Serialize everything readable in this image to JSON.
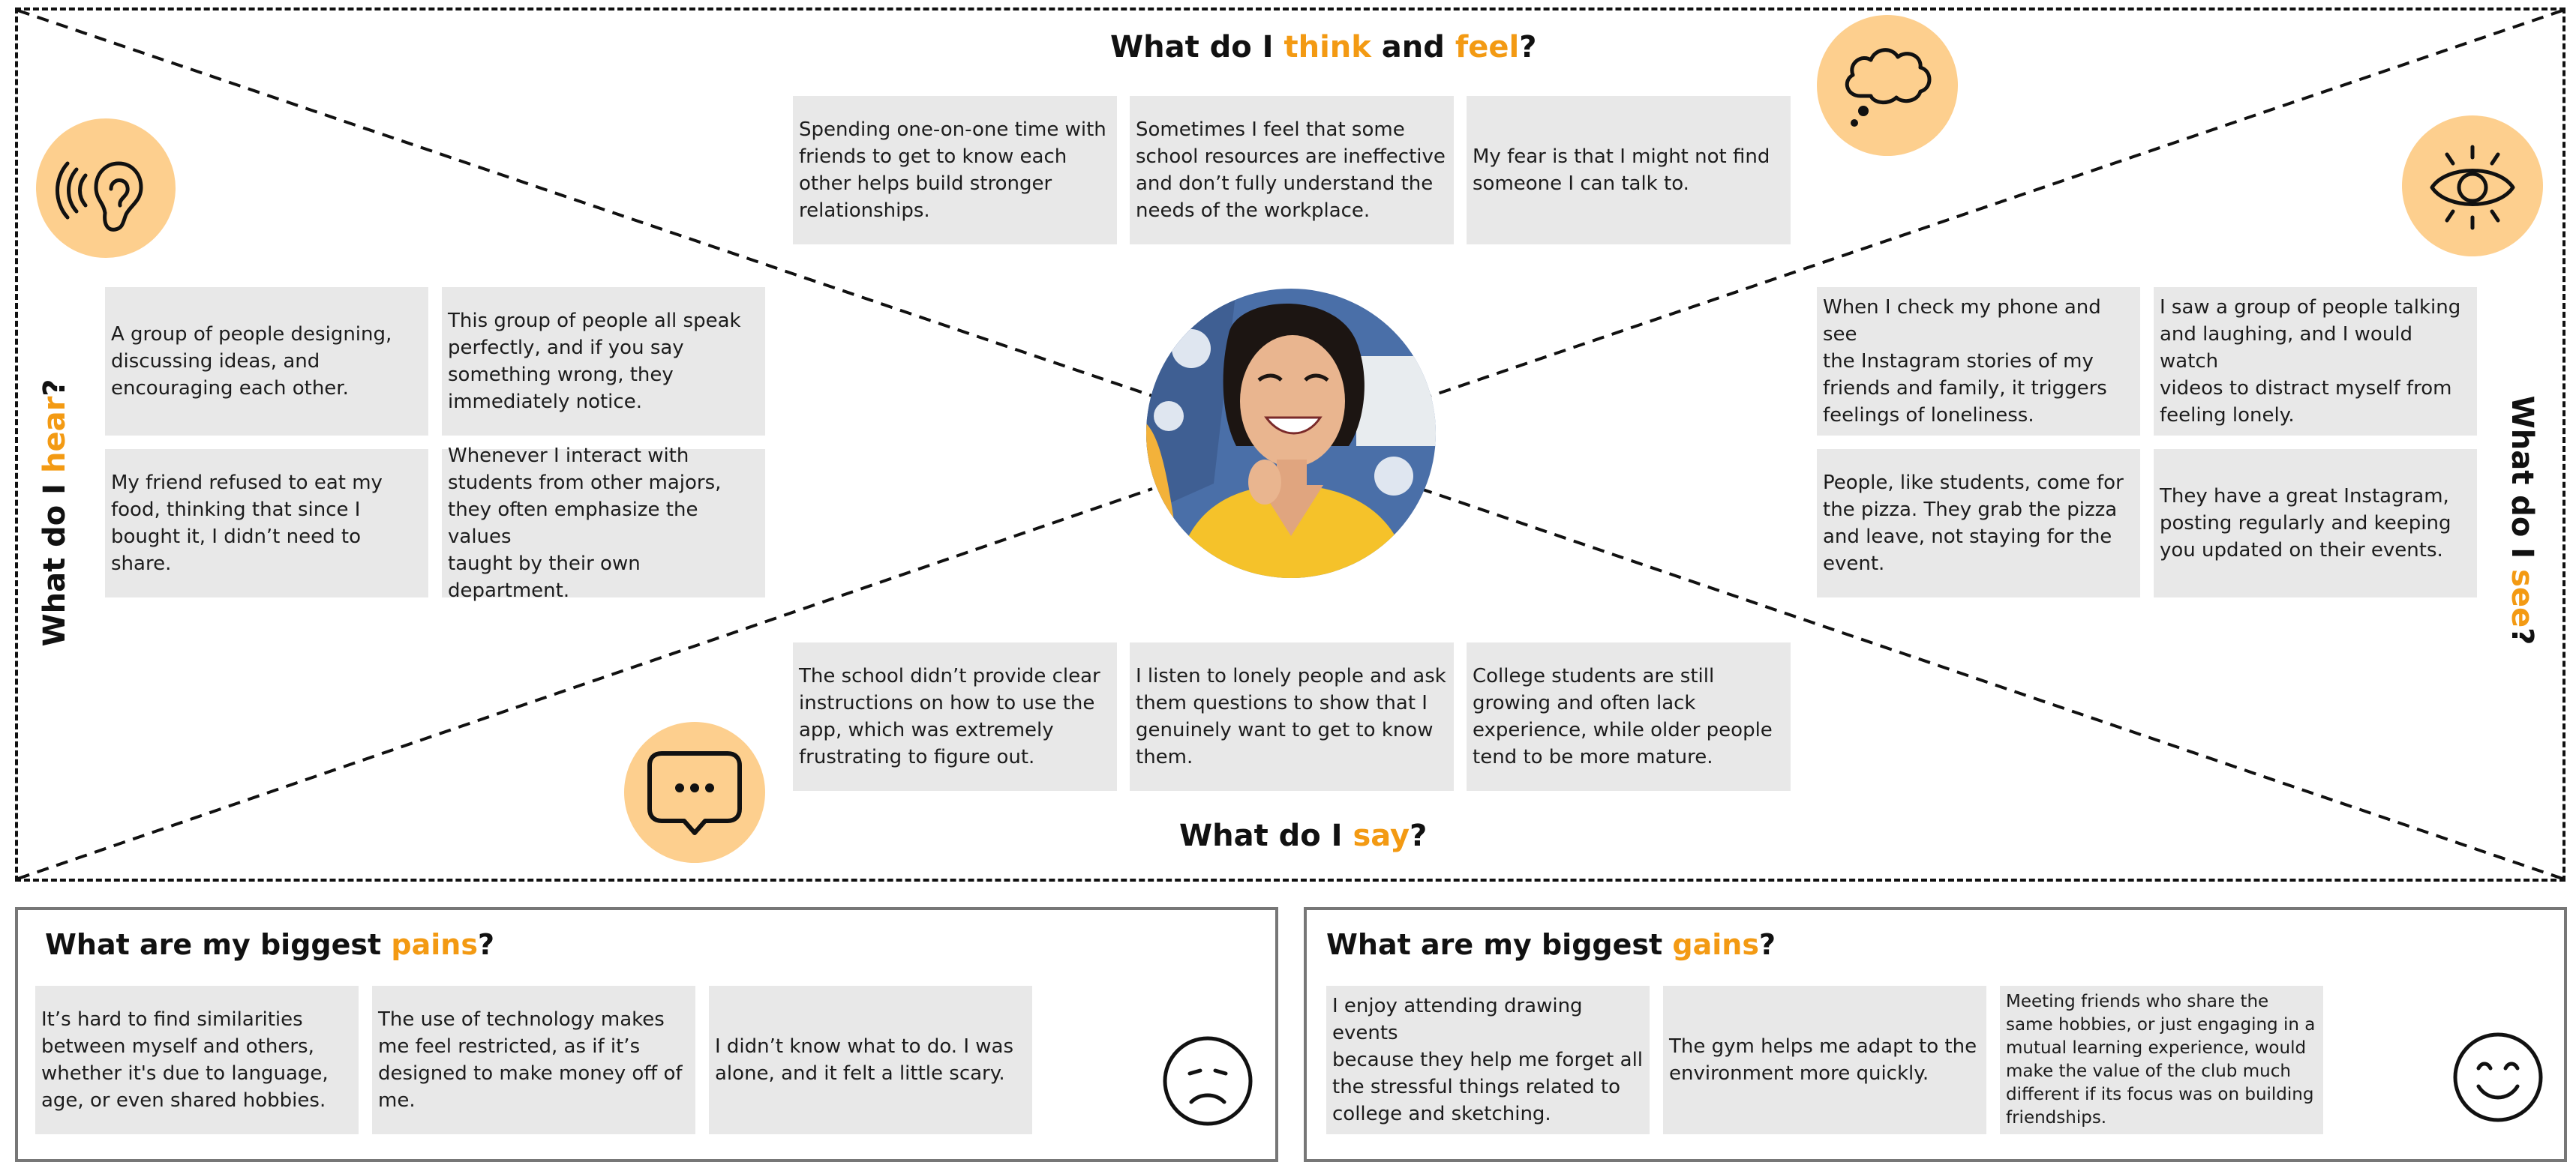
{
  "think_feel": {
    "title_prefix": "What do I ",
    "title_word1": "think",
    "title_mid": " and ",
    "title_word2": "feel",
    "title_suffix": "?",
    "notes": [
      {
        "lines": [
          "Spending one-on-one time with",
          "friends to get to know each",
          "other helps build stronger",
          "relationships."
        ]
      },
      {
        "lines": [
          "Sometimes I feel that some",
          "school resources are ineffective",
          "and don’t fully understand the",
          "needs of the workplace."
        ]
      },
      {
        "lines": [
          "My fear is that I might not find",
          "someone I can talk to."
        ]
      }
    ]
  },
  "hear": {
    "title_prefix": "What do I ",
    "title_word": "hear",
    "title_suffix": "?",
    "notes": [
      {
        "lines": [
          "A group of people designing,",
          "discussing ideas, and",
          "encouraging each other."
        ]
      },
      {
        "lines": [
          "This group of people all speak",
          "perfectly, and if you say",
          "something wrong, they",
          "immediately notice."
        ]
      },
      {
        "lines": [
          "My friend refused to eat my",
          "food, thinking that since I",
          "bought it, I didn’t need to share."
        ]
      },
      {
        "lines": [
          "Whenever I interact with",
          "students from other majors,",
          "they often emphasize the values",
          "taught by their own department."
        ]
      }
    ]
  },
  "see": {
    "title_prefix": "What do I ",
    "title_word": "see",
    "title_suffix": "?",
    "notes": [
      {
        "lines": [
          "When I check my phone and see",
          "the Instagram stories of my",
          "friends and family, it triggers",
          "feelings of loneliness."
        ]
      },
      {
        "lines": [
          "I saw a group of people talking",
          "and laughing, and I would watch",
          "videos to distract myself from",
          "feeling lonely."
        ]
      },
      {
        "lines": [
          "People, like students, come for",
          "the pizza. They grab the pizza",
          "and leave, not staying for the",
          "event."
        ]
      },
      {
        "lines": [
          "They have a great Instagram,",
          "posting regularly and keeping",
          "you updated on their events."
        ]
      }
    ]
  },
  "say": {
    "title_prefix": "What do I ",
    "title_word": "say",
    "title_suffix": "?",
    "notes": [
      {
        "lines": [
          "The school didn’t provide clear",
          "instructions on how to use the",
          "app, which was extremely",
          "frustrating to figure out."
        ]
      },
      {
        "lines": [
          "I listen to lonely people and ask",
          "them questions to show that I",
          "genuinely want to get to know",
          "them."
        ]
      },
      {
        "lines": [
          "College students are still",
          "growing and often lack",
          "experience, while older people",
          "tend to be more mature."
        ]
      }
    ]
  },
  "pains": {
    "title_prefix": "What are my biggest ",
    "title_word": "pains",
    "title_suffix": "?",
    "notes": [
      {
        "lines": [
          "It’s hard to find similarities",
          "between myself and others,",
          "whether it's due to language,",
          "age, or even shared hobbies."
        ]
      },
      {
        "lines": [
          "The use of technology makes",
          "me feel restricted, as if it’s",
          "designed to make money off of",
          "me."
        ]
      },
      {
        "lines": [
          "I didn’t know what to do. I was",
          "alone, and it felt a little scary."
        ]
      }
    ]
  },
  "gains": {
    "title_prefix": "What are my biggest ",
    "title_word": "gains",
    "title_suffix": "?",
    "notes": [
      {
        "lines": [
          "I enjoy attending drawing events",
          "because they help me forget all",
          "the stressful things related to",
          "college and sketching."
        ]
      },
      {
        "lines": [
          "The gym helps me adapt to the",
          "environment more quickly."
        ]
      },
      {
        "lines": [
          "Meeting friends who share the",
          "same hobbies, or just engaging in a",
          "mutual learning experience, would",
          "make the value of the club much",
          "different if its focus was on building",
          "friendships."
        ]
      }
    ]
  },
  "icons": {
    "think": "thought-bubble-icon",
    "hear": "ear-icon",
    "see": "eye-icon",
    "say": "speech-bubble-icon",
    "pains": "sad-face-icon",
    "gains": "smiley-face-icon"
  },
  "colors": {
    "accent": "#f39a13",
    "icon_circle": "#fdcf8e",
    "note_bg": "#e8e8e8"
  }
}
